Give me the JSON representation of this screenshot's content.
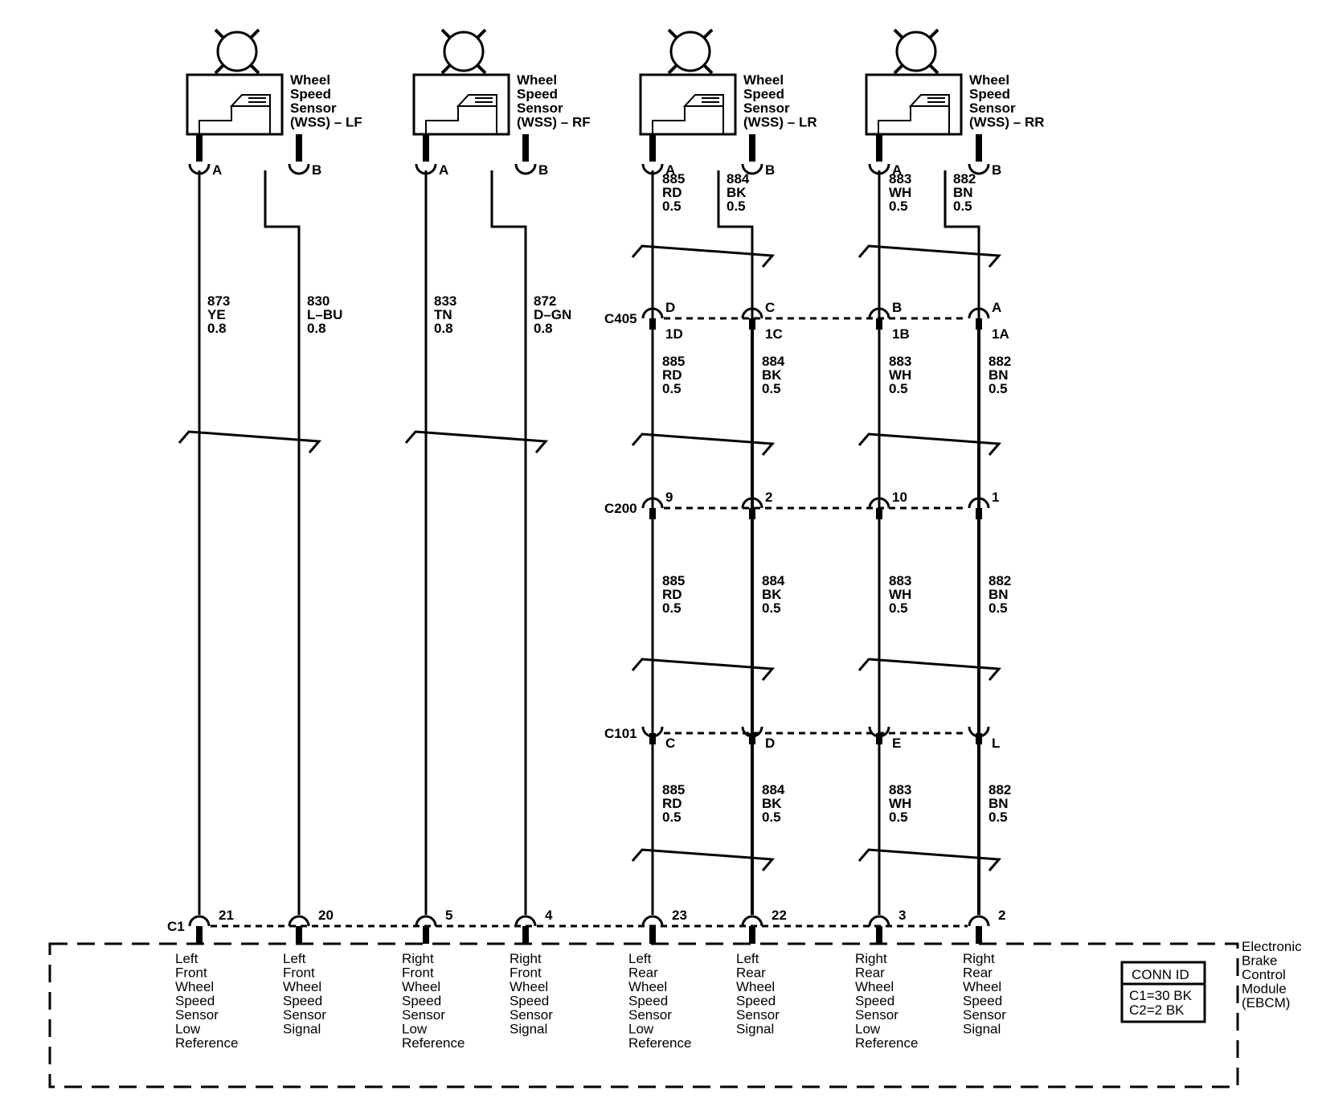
{
  "sensors": [
    {
      "id": "LF",
      "title": [
        "Wheel",
        "Speed",
        "Sensor",
        "(WSS) – LF"
      ],
      "pin_a": "A",
      "pin_b": "B"
    },
    {
      "id": "RF",
      "title": [
        "Wheel",
        "Speed",
        "Sensor",
        "(WSS) – RF"
      ],
      "pin_a": "A",
      "pin_b": "B"
    },
    {
      "id": "LR",
      "title": [
        "Wheel",
        "Speed",
        "Sensor",
        "(WSS) – LR"
      ],
      "pin_a": "A",
      "pin_b": "B"
    },
    {
      "id": "RR",
      "title": [
        "Wheel",
        "Speed",
        "Sensor",
        "(WSS) – RR"
      ],
      "pin_a": "A",
      "pin_b": "B"
    }
  ],
  "front_wires": [
    {
      "circuit": "873",
      "color": "YE",
      "gauge": "0.8"
    },
    {
      "circuit": "830",
      "color": "L–BU",
      "gauge": "0.8"
    },
    {
      "circuit": "833",
      "color": "TN",
      "gauge": "0.8"
    },
    {
      "circuit": "872",
      "color": "D–GN",
      "gauge": "0.8"
    }
  ],
  "rear_wires": [
    {
      "circuit": "885",
      "color": "RD",
      "gauge": "0.5"
    },
    {
      "circuit": "884",
      "color": "BK",
      "gauge": "0.5"
    },
    {
      "circuit": "883",
      "color": "WH",
      "gauge": "0.5"
    },
    {
      "circuit": "882",
      "color": "BN",
      "gauge": "0.5"
    }
  ],
  "connectors": {
    "c405": {
      "name": "C405",
      "top_pins": [
        "D",
        "C",
        "B",
        "A"
      ],
      "bottom_pins": [
        "1D",
        "1C",
        "1B",
        "1A"
      ]
    },
    "c200": {
      "name": "C200",
      "pins": [
        "9",
        "2",
        "10",
        "1"
      ]
    },
    "c101": {
      "name": "C101",
      "pins": [
        "C",
        "D",
        "E",
        "L"
      ]
    },
    "c1": {
      "name": "C1",
      "pins": [
        "21",
        "20",
        "5",
        "4",
        "23",
        "22",
        "3",
        "2"
      ]
    }
  },
  "module": {
    "name": [
      "Electronic",
      "Brake",
      "Control",
      "Module",
      "(EBCM)"
    ],
    "conn_id_title": "CONN ID",
    "conn_id_lines": [
      "C1=30 BK",
      "C2=2 BK"
    ],
    "functions": [
      [
        "Left",
        "Front",
        "Wheel",
        "Speed",
        "Sensor",
        "Low",
        "Reference"
      ],
      [
        "Left",
        "Front",
        "Wheel",
        "Speed",
        "Sensor",
        "Signal"
      ],
      [
        "Right",
        "Front",
        "Wheel",
        "Speed",
        "Sensor",
        "Low",
        "Reference"
      ],
      [
        "Right",
        "Front",
        "Wheel",
        "Speed",
        "Sensor",
        "Signal"
      ],
      [
        "Left",
        "Rear",
        "Wheel",
        "Speed",
        "Sensor",
        "Low",
        "Reference"
      ],
      [
        "Left",
        "Rear",
        "Wheel",
        "Speed",
        "Sensor",
        "Signal"
      ],
      [
        "Right",
        "Rear",
        "Wheel",
        "Speed",
        "Sensor",
        "Low",
        "Reference"
      ],
      [
        "Right",
        "Rear",
        "Wheel",
        "Speed",
        "Sensor",
        "Signal"
      ]
    ]
  }
}
